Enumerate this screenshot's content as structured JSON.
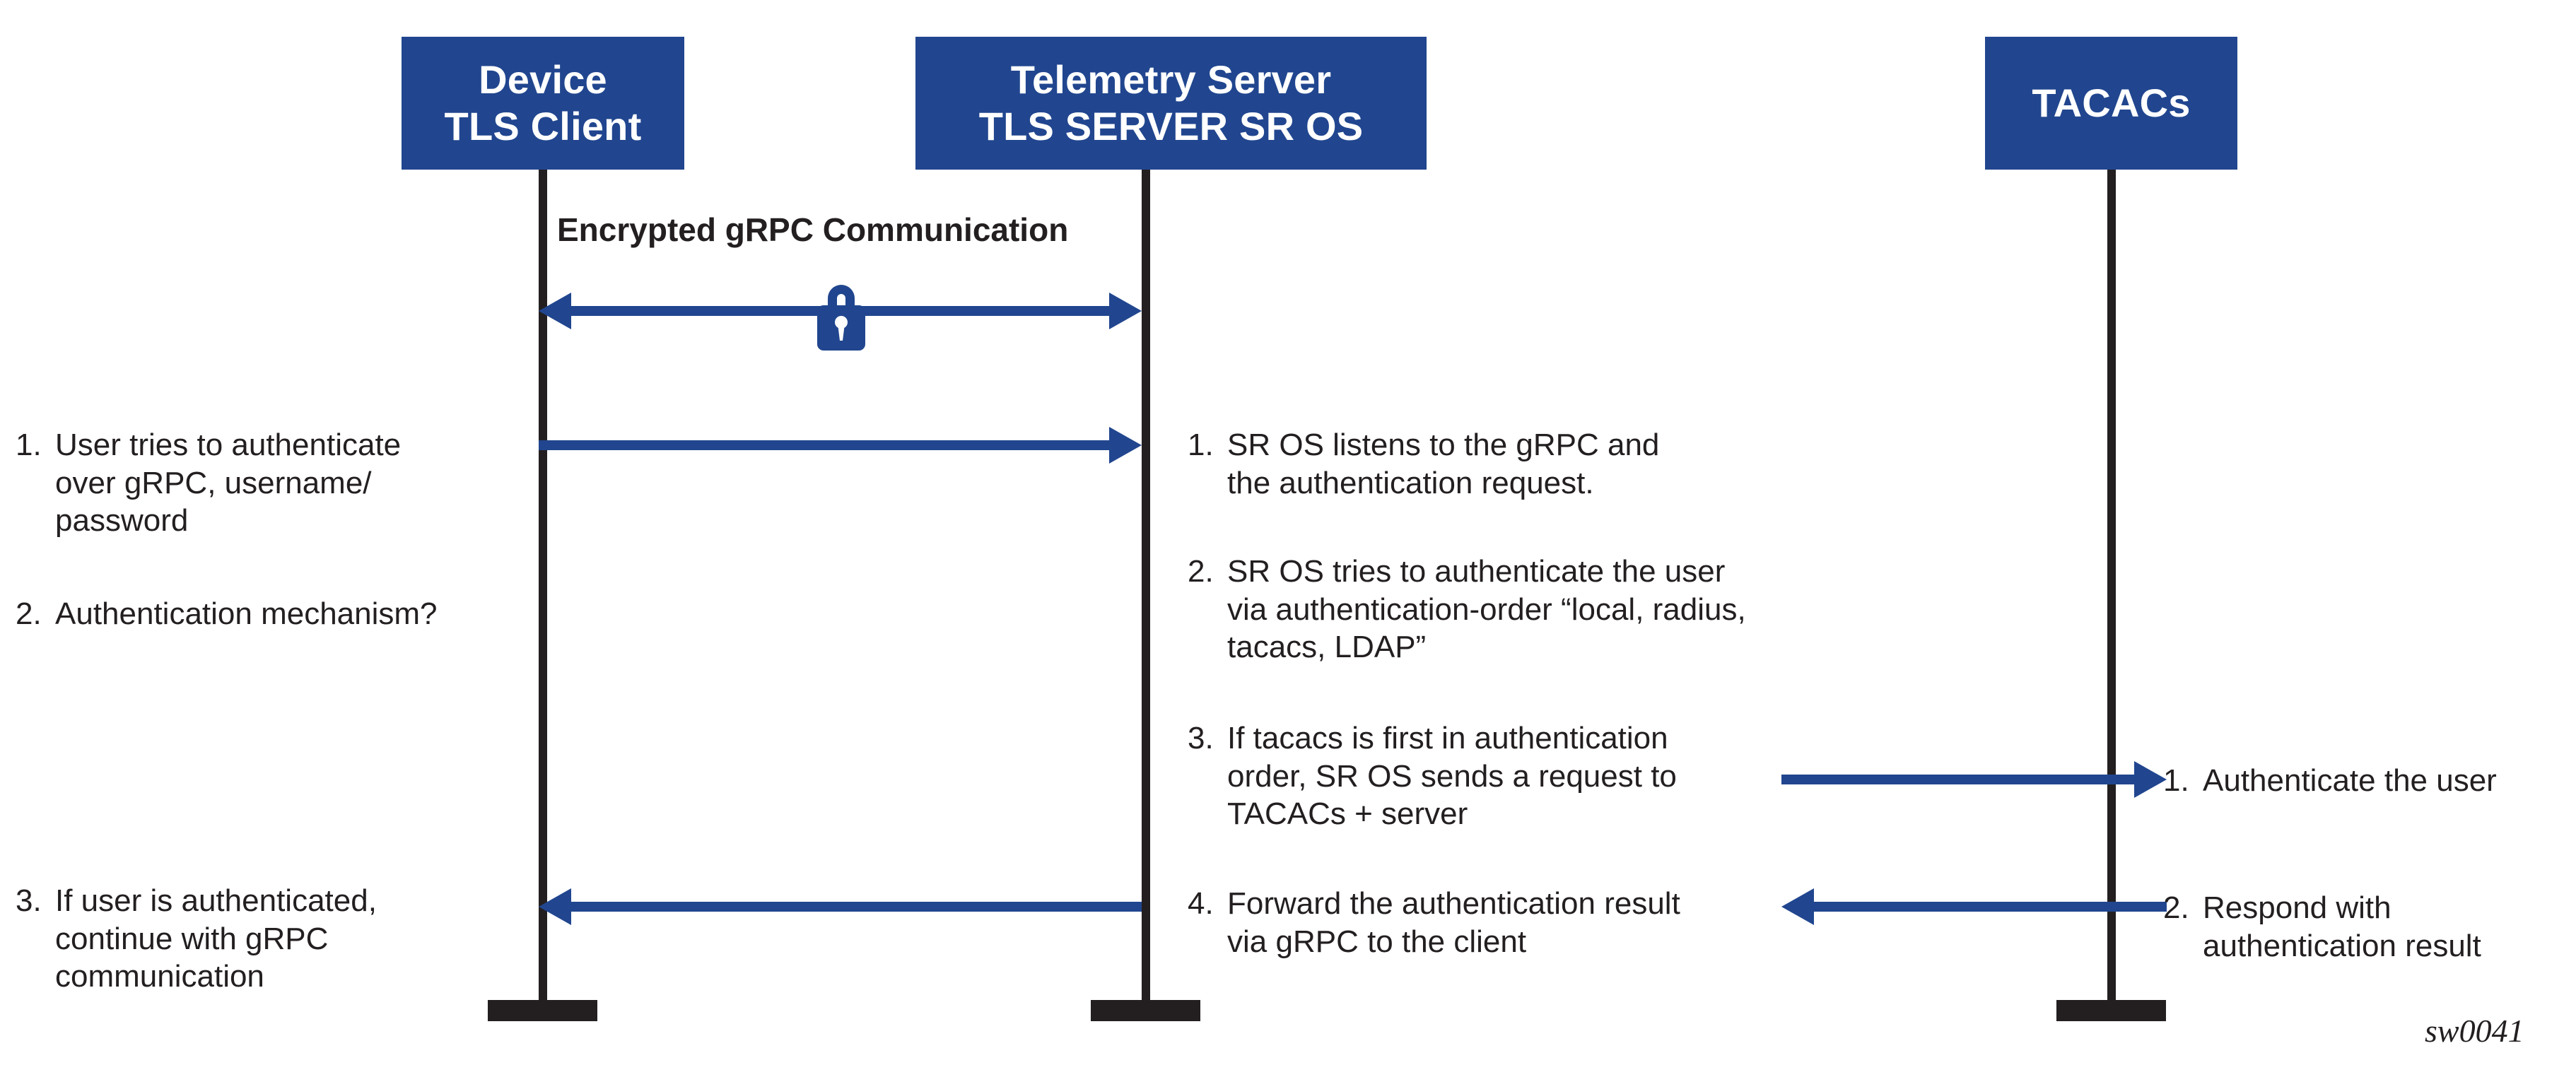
{
  "diagram": {
    "title": "gRPC TLS authentication sequence",
    "caption": "sw0041",
    "colors": {
      "accent_blue": "#21468F",
      "lifeline_black": "#231F20",
      "background": "#FFFFFF"
    }
  },
  "actors": [
    {
      "id": "device",
      "line1": "Device",
      "line2": "TLS Client"
    },
    {
      "id": "telemetry",
      "line1": "Telemetry Server",
      "line2": "TLS SERVER SR OS"
    },
    {
      "id": "tacacs",
      "line1": "TACACs",
      "line2": ""
    }
  ],
  "encrypted_channel": {
    "label": "Encrypted gRPC Communication",
    "icon": "lock-icon",
    "direction": "bidirectional"
  },
  "client_steps": [
    {
      "num": "1.",
      "text": "User tries to authenticate\nover gRPC, username/\npassword"
    },
    {
      "num": "2.",
      "text": "Authentication mechanism?"
    },
    {
      "num": "3.",
      "text": "If user is authenticated,\ncontinue with gRPC\ncommunication"
    }
  ],
  "server_steps": [
    {
      "num": "1.",
      "text": "SR OS listens to the gRPC and\nthe authentication request."
    },
    {
      "num": "2.",
      "text": "SR OS tries to authenticate the user\nvia authentication-order “local, radius,\ntacacs, LDAP”"
    },
    {
      "num": "3.",
      "text": "If tacacs is first in authentication\norder, SR OS sends a request to\nTACACs + server"
    },
    {
      "num": "4.",
      "text": "Forward the authentication result\nvia gRPC to the client"
    }
  ],
  "tacacs_steps": [
    {
      "num": "1.",
      "text": "Authenticate the user"
    },
    {
      "num": "2.",
      "text": "Respond with\nauthentication result"
    }
  ]
}
